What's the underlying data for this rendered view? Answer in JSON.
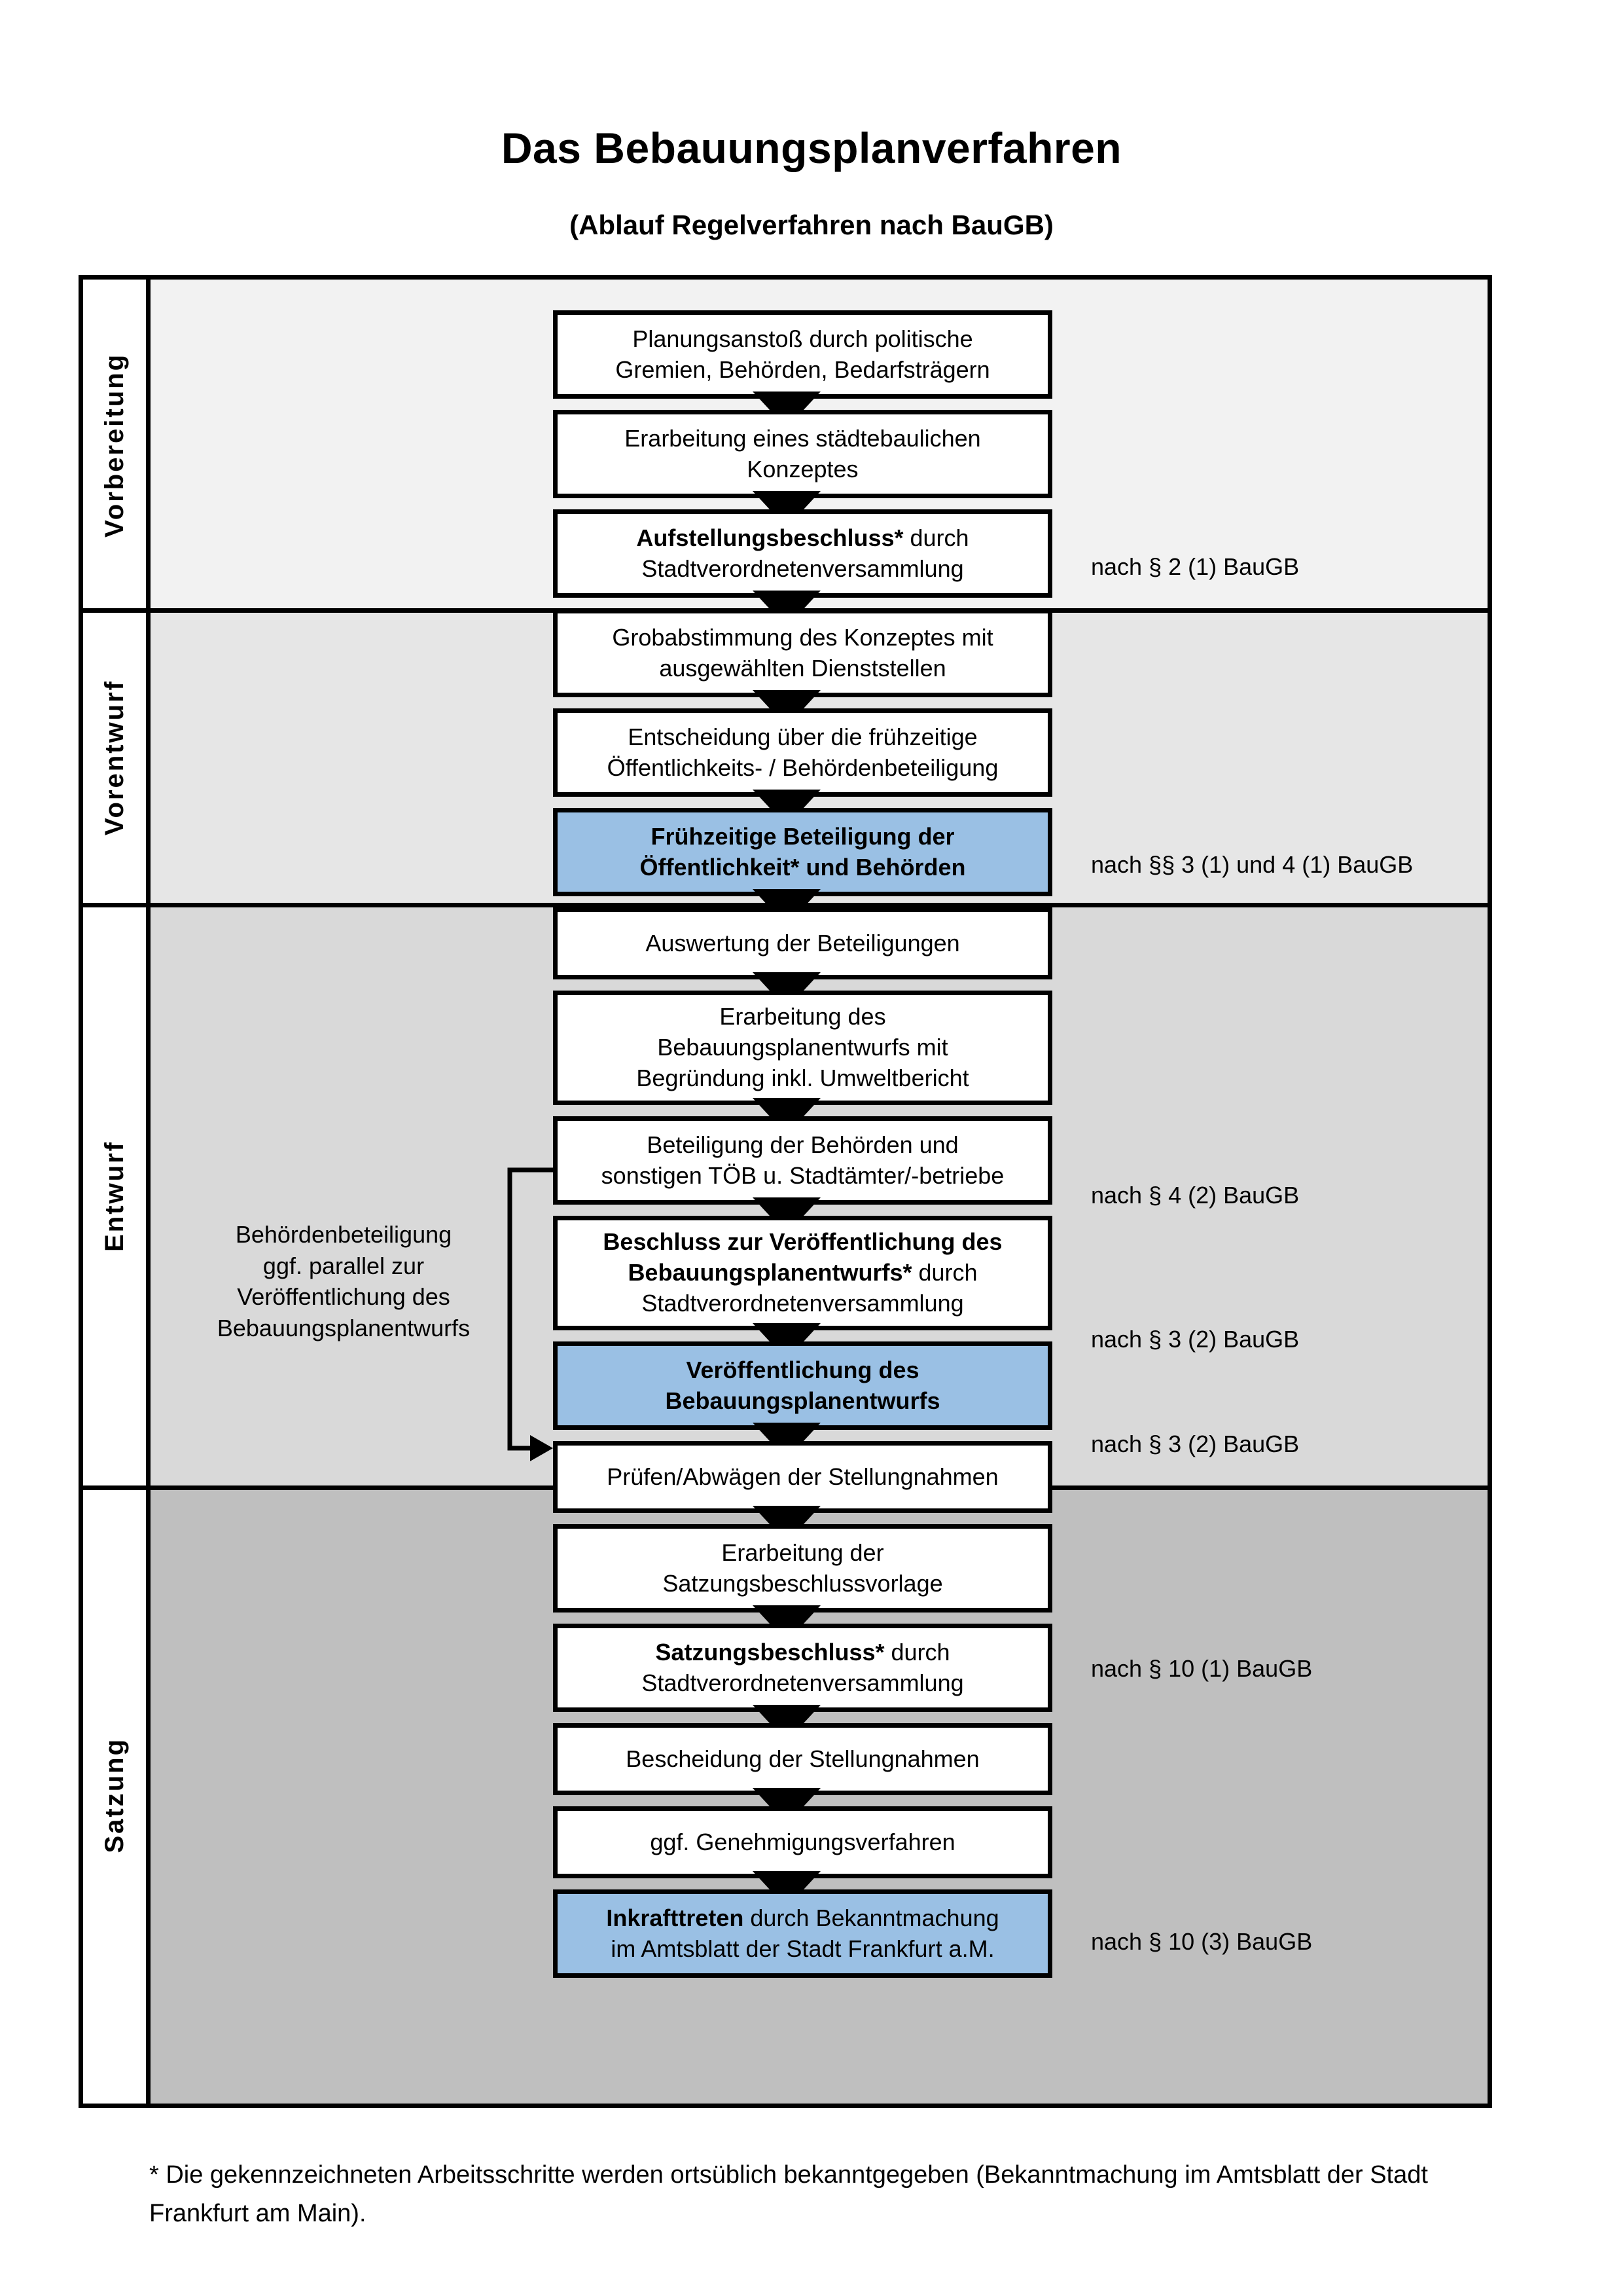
{
  "header": {
    "title": "Das Bebauungsplanverfahren",
    "subtitle": "(Ablauf Regelverfahren nach BauGB)"
  },
  "colors": {
    "highlight_box": "#9AC0E4",
    "band_vorbereitung": "#F2F2F2",
    "band_vorentwurf": "#E6E6E6",
    "band_entwurf": "#D9D9D9",
    "band_satzung": "#BFBFBF",
    "outline": "#000000"
  },
  "phases": [
    {
      "id": "vorbereitung",
      "label": "Vorbereitung",
      "band_color": "#F2F2F2"
    },
    {
      "id": "vorentwurf",
      "label": "Vorentwurf",
      "band_color": "#E6E6E6"
    },
    {
      "id": "entwurf",
      "label": "Entwurf",
      "band_color": "#D9D9D9"
    },
    {
      "id": "satzung",
      "label": "Satzung",
      "band_color": "#BFBFBF"
    }
  ],
  "steps": [
    {
      "id": "s1",
      "phase": "vorbereitung",
      "highlight": false,
      "bold_prefix": "",
      "text_plain": "Planungsanstoß durch politische Gremien, Behörden, Bedarfsträgern",
      "line1": "Planungsanstoß durch politische",
      "line2": "Gremien, Behörden, Bedarfsträgern",
      "line3": ""
    },
    {
      "id": "s2",
      "phase": "vorbereitung",
      "highlight": false,
      "bold_prefix": "",
      "text_plain": "Erarbeitung eines städtebaulichen Konzeptes",
      "line1": "Erarbeitung eines städtebaulichen",
      "line2": "Konzeptes",
      "line3": ""
    },
    {
      "id": "s3",
      "phase": "vorbereitung",
      "highlight": false,
      "bold_prefix": "Aufstellungsbeschluss*",
      "text_plain": "Aufstellungsbeschluss* durch Stadtverordnetenversammlung",
      "line1": "Aufstellungsbeschluss* durch",
      "line2": "Stadtverordnetenversammlung",
      "line3": ""
    },
    {
      "id": "s4",
      "phase": "vorentwurf",
      "highlight": false,
      "bold_prefix": "",
      "text_plain": "Grobabstimmung des Konzeptes mit ausgewählten Dienststellen",
      "line1": "Grobabstimmung des Konzeptes mit",
      "line2": "ausgewählten Dienststellen",
      "line3": ""
    },
    {
      "id": "s5",
      "phase": "vorentwurf",
      "highlight": false,
      "bold_prefix": "",
      "text_plain": "Entscheidung über die frühzeitige Öffentlichkeits- / Behördenbeteiligung",
      "line1": "Entscheidung über die frühzeitige",
      "line2": "Öffentlichkeits- / Behördenbeteiligung",
      "line3": ""
    },
    {
      "id": "s6",
      "phase": "vorentwurf",
      "highlight": true,
      "bold_prefix": "ALL",
      "text_plain": "Frühzeitige Beteiligung der Öffentlichkeit* und Behörden",
      "line1": "Frühzeitige Beteiligung der",
      "line2": "Öffentlichkeit* und Behörden",
      "line3": ""
    },
    {
      "id": "s7",
      "phase": "entwurf",
      "highlight": false,
      "bold_prefix": "",
      "text_plain": "Auswertung der Beteiligungen",
      "line1": "Auswertung der Beteiligungen",
      "line2": "",
      "line3": ""
    },
    {
      "id": "s8",
      "phase": "entwurf",
      "highlight": false,
      "bold_prefix": "",
      "text_plain": "Erarbeitung des Bebauungsplanentwurfs mit Begründung inkl. Umweltbericht",
      "line1": "Erarbeitung des",
      "line2": "Bebauungsplanentwurfs mit",
      "line3": "Begründung inkl. Umweltbericht"
    },
    {
      "id": "s9",
      "phase": "entwurf",
      "highlight": false,
      "bold_prefix": "",
      "text_plain": "Beteiligung der Behörden und sonstigen TÖB u. Stadtämter/-betriebe",
      "line1": "Beteiligung der Behörden und",
      "line2": "sonstigen TÖB u. Stadtämter/-betriebe",
      "line3": ""
    },
    {
      "id": "s10",
      "phase": "entwurf",
      "highlight": false,
      "bold_prefix": "Beschluss zur Veröffentlichung des Bebauungsplanentwurfs*",
      "text_plain": "Beschluss zur Veröffentlichung des Bebauungsplanentwurfs* durch Stadtverordnetenversammlung",
      "line1": "Beschluss zur Veröffentlichung des",
      "line2": "Bebauungsplanentwurfs* durch",
      "line3": "Stadtverordnetenversammlung"
    },
    {
      "id": "s11",
      "phase": "entwurf",
      "highlight": true,
      "bold_prefix": "ALL",
      "text_plain": "Veröffentlichung des Bebauungsplanentwurfs",
      "line1": "Veröffentlichung des",
      "line2": "Bebauungsplanentwurfs",
      "line3": ""
    },
    {
      "id": "s12",
      "phase": "satzung",
      "highlight": false,
      "bold_prefix": "",
      "text_plain": "Prüfen/Abwägen der Stellungnahmen",
      "line1": "Prüfen/Abwägen der Stellungnahmen",
      "line2": "",
      "line3": ""
    },
    {
      "id": "s13",
      "phase": "satzung",
      "highlight": false,
      "bold_prefix": "",
      "text_plain": "Erarbeitung der Satzungsbeschlussvorlage",
      "line1": "Erarbeitung der",
      "line2": "Satzungsbeschlussvorlage",
      "line3": ""
    },
    {
      "id": "s14",
      "phase": "satzung",
      "highlight": false,
      "bold_prefix": "Satzungsbeschluss*",
      "text_plain": "Satzungsbeschluss* durch Stadtverordnetenversammlung",
      "line1": "Satzungsbeschluss* durch",
      "line2": "Stadtverordnetenversammlung",
      "line3": ""
    },
    {
      "id": "s15",
      "phase": "satzung",
      "highlight": false,
      "bold_prefix": "",
      "text_plain": "Bescheidung der Stellungnahmen",
      "line1": "Bescheidung der Stellungnahmen",
      "line2": "",
      "line3": ""
    },
    {
      "id": "s16",
      "phase": "satzung",
      "highlight": false,
      "bold_prefix": "",
      "text_plain": "ggf. Genehmigungsverfahren",
      "line1": "ggf. Genehmigungsverfahren",
      "line2": "",
      "line3": ""
    },
    {
      "id": "s17",
      "phase": "satzung",
      "highlight": true,
      "bold_prefix": "Inkrafttreten",
      "text_plain": "Inkrafttreten durch Bekanntmachung im Amtsblatt der Stadt Frankfurt a.M.",
      "line1": "Inkrafttreten durch Bekanntmachung",
      "line2": "im Amtsblatt der Stadt Frankfurt a.M.",
      "line3": ""
    }
  ],
  "step_text": {
    "s1_l1": "Planungsanstoß durch politische",
    "s1_l2": "Gremien, Behörden, Bedarfsträgern",
    "s2_l1": "Erarbeitung eines städtebaulichen",
    "s2_l2": "Konzeptes",
    "s3_b": "Aufstellungsbeschluss*",
    "s3_r": " durch",
    "s3_l2": "Stadtverordnetenversammlung",
    "s4_l1": "Grobabstimmung des Konzeptes mit",
    "s4_l2": "ausgewählten Dienststellen",
    "s5_l1": "Entscheidung über die frühzeitige",
    "s5_l2": "Öffentlichkeits- / Behördenbeteiligung",
    "s6_l1": "Frühzeitige Beteiligung der",
    "s6_l2": "Öffentlichkeit* und Behörden",
    "s7_l1": "Auswertung der Beteiligungen",
    "s8_l1": "Erarbeitung des",
    "s8_l2": "Bebauungsplanentwurfs mit",
    "s8_l3": "Begründung inkl. Umweltbericht",
    "s9_l1": "Beteiligung der Behörden und",
    "s9_l2": "sonstigen TÖB u. Stadtämter/-betriebe",
    "s10_b1": "Beschluss zur Veröffentlichung des",
    "s10_b2": "Bebauungsplanentwurfs*",
    "s10_r": " durch",
    "s10_l3": "Stadtverordnetenversammlung",
    "s11_l1": "Veröffentlichung des",
    "s11_l2": "Bebauungsplanentwurfs",
    "s12_l1": "Prüfen/Abwägen der Stellungnahmen",
    "s13_l1": "Erarbeitung der",
    "s13_l2": "Satzungsbeschlussvorlage",
    "s14_b": "Satzungsbeschluss*",
    "s14_r": " durch",
    "s14_l2": "Stadtverordnetenversammlung",
    "s15_l1": "Bescheidung der Stellungnahmen",
    "s16_l1": "ggf. Genehmigungsverfahren",
    "s17_b": "Inkrafttreten",
    "s17_r": " durch Bekanntmachung",
    "s17_l2": "im Amtsblatt der Stadt Frankfurt a.M."
  },
  "legal_notes": [
    {
      "id": "n1",
      "text": "nach § 2 (1) BauGB",
      "for_step": "s3"
    },
    {
      "id": "n2",
      "text": "nach §§ 3 (1) und 4 (1) BauGB",
      "for_step": "s6"
    },
    {
      "id": "n3",
      "text": "nach § 4 (2) BauGB",
      "for_step": "s9"
    },
    {
      "id": "n4",
      "text": "nach § 3 (2) BauGB",
      "for_step": "s10"
    },
    {
      "id": "n5",
      "text": "nach § 3 (2) BauGB",
      "for_step": "s11"
    },
    {
      "id": "n6",
      "text": "nach § 10 (1) BauGB",
      "for_step": "s14"
    },
    {
      "id": "n7",
      "text": "nach § 10 (3) BauGB",
      "for_step": "s17"
    }
  ],
  "side_note": {
    "line1": "Behördenbeteiligung",
    "line2": "ggf. parallel zur",
    "line3": "Veröffentlichung des",
    "line4": "Bebauungsplanentwurfs"
  },
  "footnote": {
    "text": "* Die gekennzeichneten Arbeitsschritte werden ortsüblich bekanntgegeben (Bekanntmachung im Amtsblatt  der Stadt Frankfurt am Main)."
  }
}
